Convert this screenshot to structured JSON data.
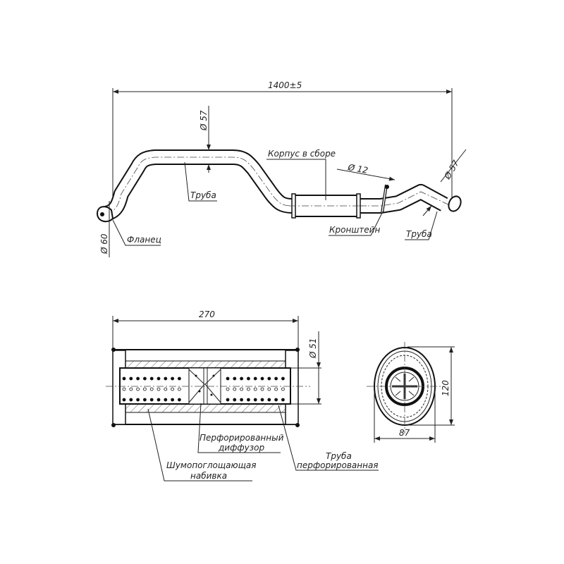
{
  "top_view": {
    "overall_length": "1400±5",
    "pipe_diameter_top": "Ø 57",
    "body_label": "Корпус в сборе",
    "bracket_diameter": "Ø 12",
    "outlet_diameter": "Ø 57",
    "pipe_label_left": "Труба",
    "flange_diameter": "Ø 60",
    "flange_label": "Фланец",
    "bracket_label": "Кронштейн",
    "pipe_label_right": "Труба"
  },
  "section_view": {
    "length": "270",
    "tube_diameter": "Ø 51",
    "diffuser_label_1": "Перфорированный",
    "diffuser_label_2": "диффузор",
    "perf_tube_label_1": "Труба",
    "perf_tube_label_2": "перфорированная",
    "packing_label_1": "Шумопоглощающая",
    "packing_label_2": "набивка"
  },
  "end_view": {
    "height": "120",
    "width": "87"
  }
}
